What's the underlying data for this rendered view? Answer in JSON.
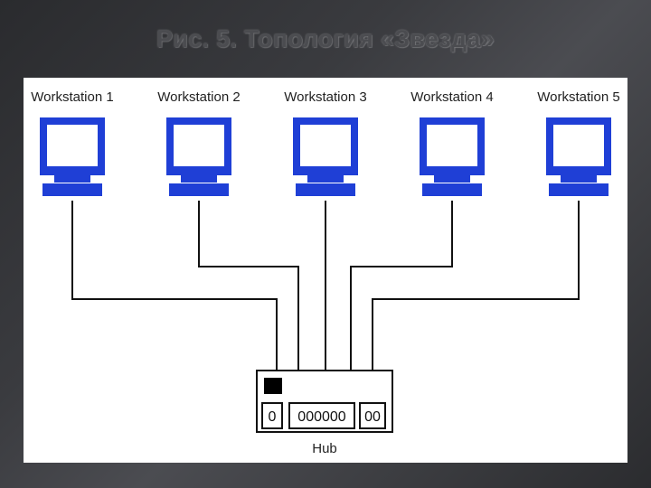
{
  "title": "Рис. 5. Топология «Звезда»",
  "workstations": [
    {
      "label": "Workstation 1"
    },
    {
      "label": "Workstation 2"
    },
    {
      "label": "Workstation 3"
    },
    {
      "label": "Workstation 4"
    },
    {
      "label": "Workstation 5"
    }
  ],
  "hub": {
    "label": "Hub",
    "port_left": "0",
    "port_middle": "000000",
    "port_right": "00"
  },
  "colors": {
    "monitor_blue": "#1f3fd6",
    "monitor_screen": "#ffffff",
    "line": "#111111"
  }
}
